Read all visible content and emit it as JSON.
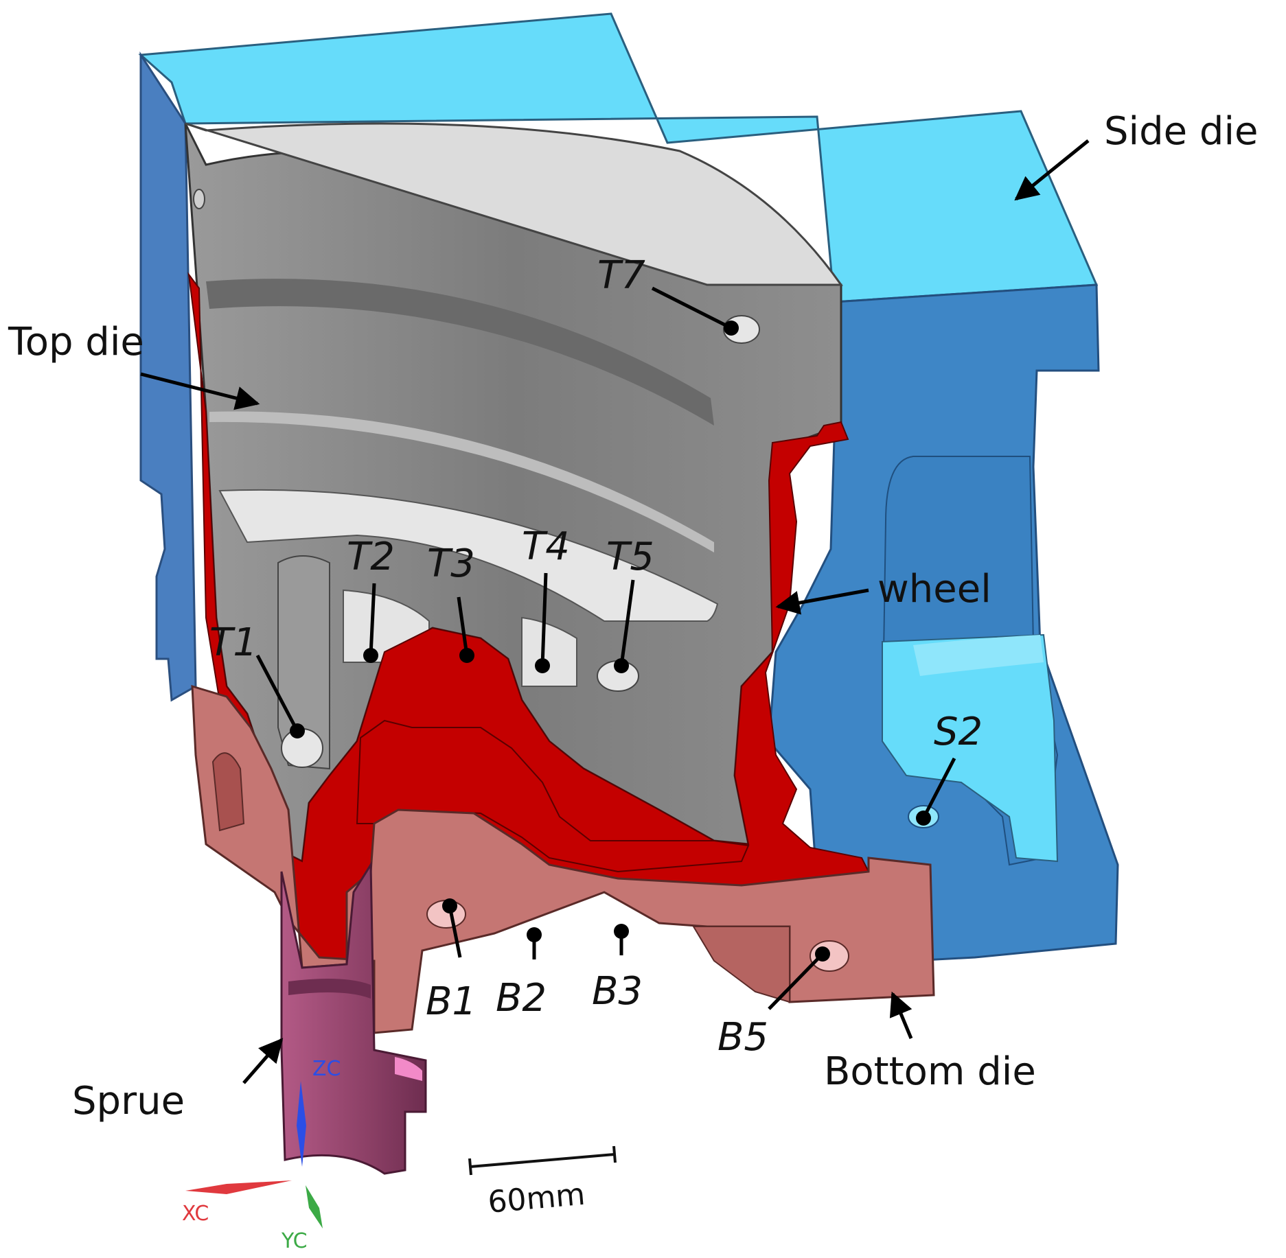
{
  "labels": {
    "side_die": "Side die",
    "top_die": "Top die",
    "wheel": "wheel",
    "sprue": "Sprue",
    "bottom_die": "Bottom die"
  },
  "thermocouples": {
    "T1": "T1",
    "T2": "T2",
    "T3": "T3",
    "T4": "T4",
    "T5": "T5",
    "T7": "T7",
    "S2": "S2",
    "B1": "B1",
    "B2": "B2",
    "B3": "B3",
    "B5": "B5"
  },
  "scale_bar": {
    "text": "60mm"
  },
  "axes": {
    "x": "XC",
    "y": "YC",
    "z": "ZC"
  },
  "colors": {
    "side_die_light": "#66dcfa",
    "side_die_dark": "#3e86c6",
    "top_die_gray": "#8a8a8a",
    "top_die_light": "#dcdcdc",
    "wheel_red": "#c40000",
    "bottom_die": "#c57673",
    "sprue": "#9c4d72",
    "axis_x": "#e0393e",
    "axis_y": "#3caa46",
    "axis_z": "#2b4ee6"
  }
}
